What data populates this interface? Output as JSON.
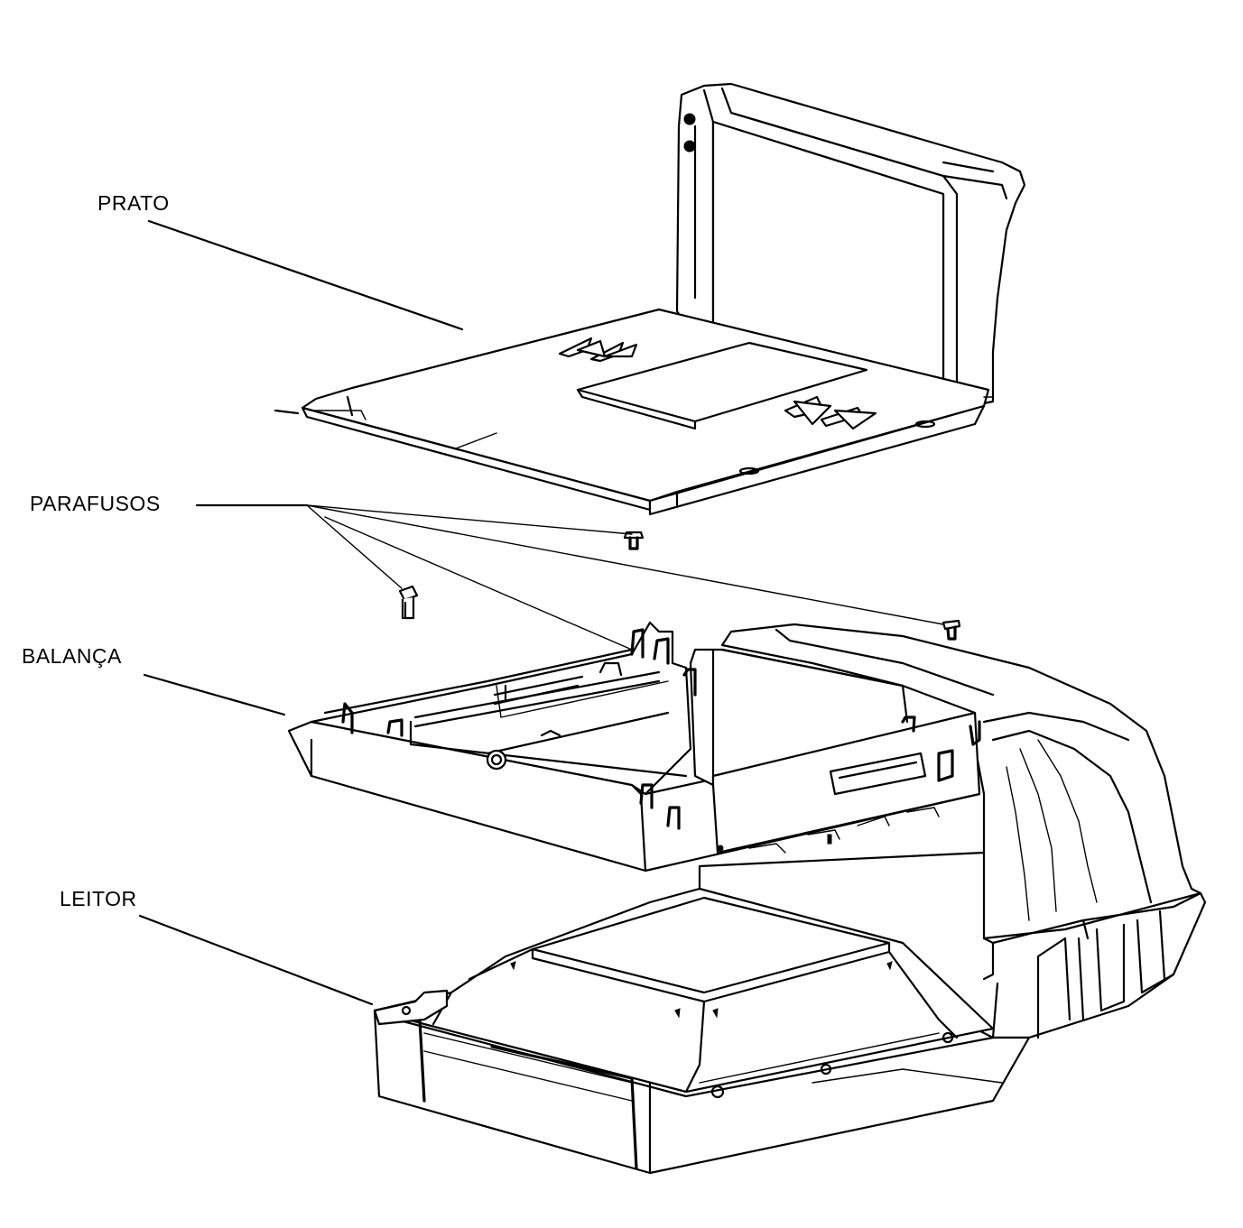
{
  "labels": {
    "prato": "PRATO",
    "parafusos": "PARAFUSOS",
    "balanca": "BALANÇA",
    "leitor": "LEITOR"
  },
  "colors": {
    "ink": "#000000",
    "paper": "#ffffff"
  }
}
